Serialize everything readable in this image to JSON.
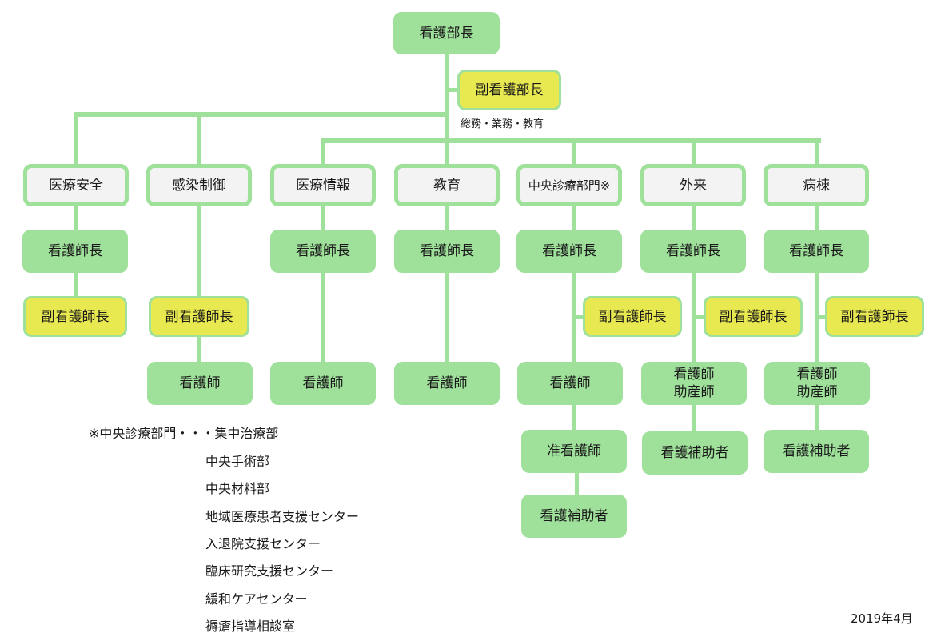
{
  "chart_data": {
    "type": "org-chart",
    "root": "看護部長",
    "deputy": {
      "label": "副看護部長",
      "note": "総務・業務・教育"
    },
    "departments": [
      {
        "name": "医療安全",
        "children": [
          "看護師長",
          "副看護師長"
        ]
      },
      {
        "name": "感染制御",
        "children": [
          "副看護師長",
          "看護師"
        ]
      },
      {
        "name": "医療情報",
        "children": [
          "看護師長",
          "看護師"
        ]
      },
      {
        "name": "教育",
        "children": [
          "看護師長",
          "看護師"
        ]
      },
      {
        "name": "中央診療部門※",
        "children": [
          "看護師長",
          "副看護師長",
          "看護師",
          "准看護師",
          "看護補助者"
        ]
      },
      {
        "name": "外来",
        "children": [
          "看護師長",
          "副看護師長",
          "看護師\n助産師",
          "看護補助者"
        ]
      },
      {
        "name": "病棟",
        "children": [
          "看護師長",
          "副看護師長",
          "看護師\n助産師",
          "看護補助者"
        ]
      }
    ]
  },
  "top": {
    "head": "看護部長",
    "deputy": "副看護部長",
    "deputy_note": "総務・業務・教育"
  },
  "depts": {
    "safety": "医療安全",
    "infection": "感染制御",
    "info": "医療情報",
    "education": "教育",
    "central": "中央診療部門※",
    "outpatient": "外来",
    "ward": "病棟"
  },
  "roles": {
    "head_nurse": "看護師長",
    "deputy_head_nurse": "副看護師長",
    "nurse": "看護師",
    "nurse_midwife_1": "看護師",
    "nurse_midwife_2": "助産師",
    "assoc_nurse": "准看護師",
    "assistant": "看護補助者"
  },
  "footnote": {
    "lead": "※中央診療部門・・・集中治療部",
    "items": [
      "中央手術部",
      "中央材料部",
      "地域医療患者支援センター",
      "入退院支援センター",
      "臨床研究支援センター",
      "緩和ケアセンター",
      "褥瘡指導相談室"
    ]
  },
  "date": "2019年4月"
}
